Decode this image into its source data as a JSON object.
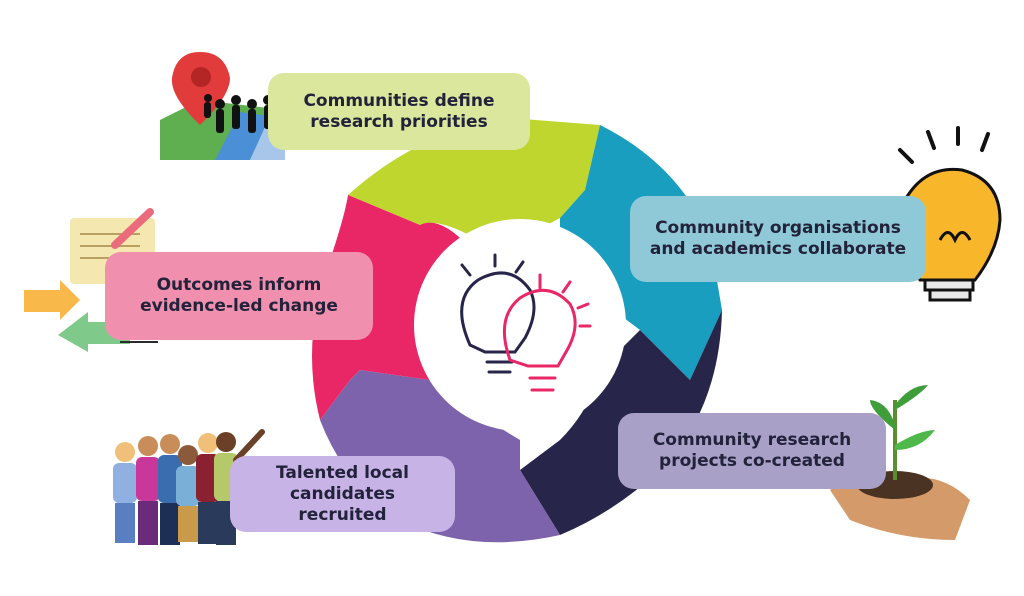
{
  "labels": {
    "define": "Communities define\nresearch priorities",
    "collaborate": "Community organisations\nand academics collaborate",
    "cocreate": "Community research\nprojects co-created",
    "recruit": "Talented local\ncandidates recruited",
    "outcome": "Outcomes inform\nevidence-led change"
  },
  "colors": {
    "green": "#bfd62f",
    "teal": "#1a9ec0",
    "navy": "#27264a",
    "purple": "#7d63ab",
    "pink": "#ea2766",
    "label_define_bg": "#dbe79d",
    "label_collab_bg": "#8fc9d7",
    "label_cocreate_bg": "#a9a0c8",
    "label_recruit_bg": "#c7b3e6",
    "label_outcome_bg": "#f18fae"
  },
  "icons": {
    "center": "two-lightbulbs-icon",
    "define": "map-pin-crowd-icon",
    "collaborate": "lightbulb-icon",
    "cocreate": "seedling-in-hand-icon",
    "recruit": "group-of-people-icon",
    "outcome": "notes-and-arrows-icon"
  }
}
